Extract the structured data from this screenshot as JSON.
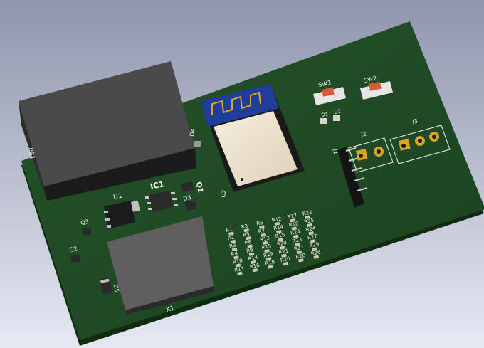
{
  "colors": {
    "background_top": "#8f96ad",
    "background_bottom": "#e6e9f3",
    "board": "#1f4a1f",
    "board_edge": "#0f2c10",
    "silkscreen": "#f2f2f2",
    "copper": "#d9a326",
    "module_blue": "#1f3d9a",
    "button_red": "#d8583a"
  },
  "labels": {
    "ps1": "PS1",
    "u1": "U1",
    "ic1": "IC1",
    "q1": "Q1",
    "q2": "Q2",
    "q3": "Q3",
    "d3": "D3",
    "d4": "D4",
    "d5": "D5",
    "k1": "K1",
    "u2": "U2",
    "sw1": "SW1",
    "sw2": "SW2",
    "d1": "D1",
    "d2": "D2",
    "j1": "J1",
    "j2": "J2",
    "j3": "J3"
  },
  "resistor_columns": [
    [
      "R1",
      "R2",
      "R3",
      "R4",
      "R10",
      "R11"
    ],
    [
      "R3",
      "R5",
      "R8",
      "R9",
      "R14",
      "R16"
    ],
    [
      "R6",
      "R7",
      "R13",
      "R15",
      "R19",
      "R18"
    ],
    [
      "R12",
      "R14",
      "R15",
      "R20",
      "R21",
      "R26"
    ],
    [
      "R17",
      "R18",
      "R24",
      "R23",
      "R27",
      "R28"
    ],
    [
      "R22",
      "R25",
      "R24",
      "R27",
      "R29",
      "R26"
    ]
  ]
}
